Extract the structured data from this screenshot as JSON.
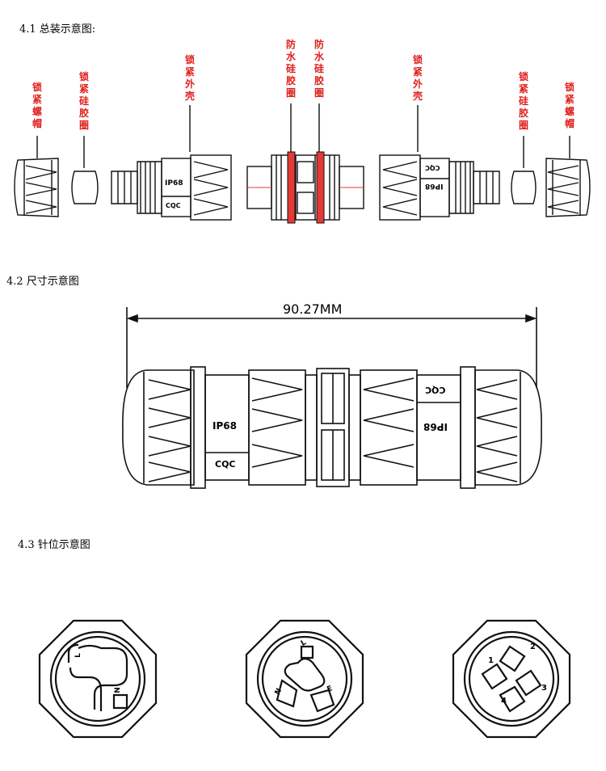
{
  "sections": {
    "s1_title": "4.1 总装示意图:",
    "s2_title": "4.2 尺寸示意图",
    "s3_title": "4.3 针位示意图"
  },
  "labels": {
    "lock_nut_left": "锁紧螺帽",
    "seal_left": "锁紧硅胶圈",
    "shell_left": "锁紧外壳",
    "ring_left": "防水硅胶圈",
    "ring_right": "防水硅胶圈",
    "shell_right": "锁紧外壳",
    "seal_right": "锁紧硅胶圈",
    "lock_nut_right": "锁紧螺帽"
  },
  "markings": {
    "ip": "IP68",
    "cert": "CQC"
  },
  "dimension": {
    "length": "90.27MM"
  },
  "pins": {
    "two_pin": [
      "L",
      "N"
    ],
    "three_pin": [
      "L",
      "N",
      "E"
    ],
    "four_pin": [
      "1",
      "2",
      "3",
      "4"
    ]
  },
  "colors": {
    "label_red": "#e0201c",
    "seal_red": "#e53935",
    "outline": "#111111"
  }
}
